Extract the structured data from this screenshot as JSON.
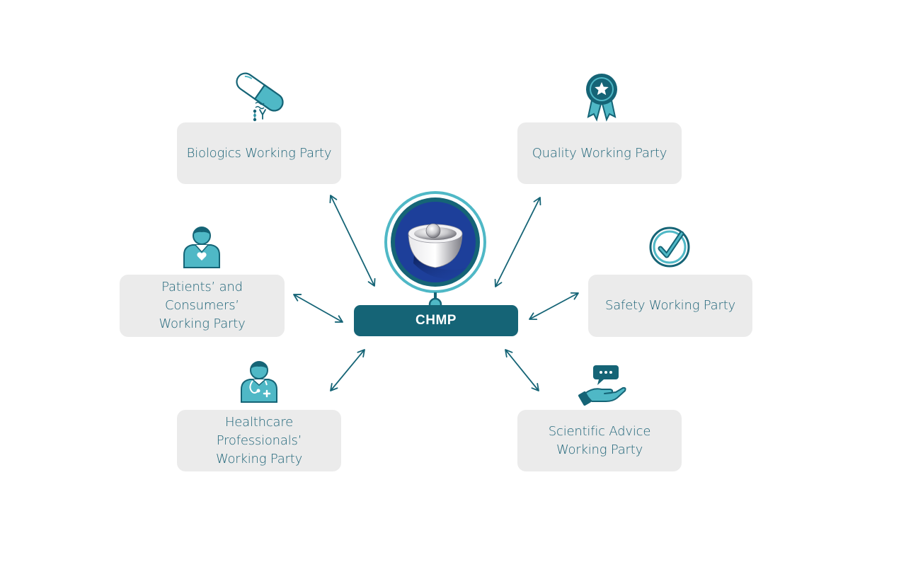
{
  "center": {
    "label": "CHMP",
    "logo_icon": "ema-logo-icon"
  },
  "parties": {
    "biologics": {
      "label": "Biologics Working Party",
      "icon": "capsule-antibody-icon"
    },
    "quality": {
      "label": "Quality Working Party",
      "icon": "award-ribbon-icon"
    },
    "patients": {
      "label": "Patients’ and Consumers’\nWorking Party",
      "icon": "patient-heart-icon"
    },
    "safety": {
      "label": "Safety Working Party",
      "icon": "check-circle-icon"
    },
    "hcp": {
      "label": "Healthcare Professionals’\nWorking Party",
      "icon": "doctor-stethoscope-icon"
    },
    "scientific": {
      "label": "Scientific Advice\nWorking Party",
      "icon": "hand-speech-bubble-icon"
    }
  },
  "colors": {
    "primary_dark": "#156476",
    "teal": "#4fb8c6",
    "text": "#1e6478",
    "box": "#ebebeb",
    "logo_blue": "#1d3f9a"
  }
}
